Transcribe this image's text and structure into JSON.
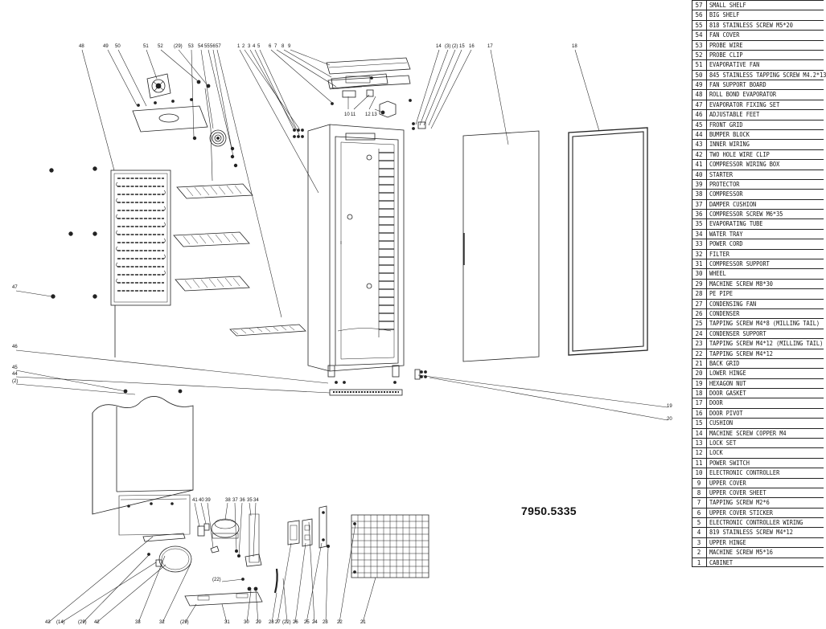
{
  "model_code": "7950.5335",
  "parts_list": [
    {
      "no": "57",
      "name": "SMALL SHELF"
    },
    {
      "no": "56",
      "name": "BIG SHELF"
    },
    {
      "no": "55",
      "name": "818 STAINLESS SCREW M5*20"
    },
    {
      "no": "54",
      "name": "FAN COVER"
    },
    {
      "no": "53",
      "name": "PROBE WIRE"
    },
    {
      "no": "52",
      "name": "PROBE CLIP"
    },
    {
      "no": "51",
      "name": "EVAPORATIVE FAN"
    },
    {
      "no": "50",
      "name": "845 STAINLESS TAPPING SCREW M4.2*13"
    },
    {
      "no": "49",
      "name": "FAN SUPPORT BOARD"
    },
    {
      "no": "48",
      "name": "ROLL BOND EVAPORATOR"
    },
    {
      "no": "47",
      "name": "EVAPORATOR FIXING SET"
    },
    {
      "no": "46",
      "name": "ADJUSTABLE FEET"
    },
    {
      "no": "45",
      "name": "FRONT GRID"
    },
    {
      "no": "44",
      "name": "BUMPER BLOCK"
    },
    {
      "no": "43",
      "name": "INNER WIRING"
    },
    {
      "no": "42",
      "name": "TWO HOLE WIRE CLIP"
    },
    {
      "no": "41",
      "name": "COMPRESSOR WIRING BOX"
    },
    {
      "no": "40",
      "name": "STARTER"
    },
    {
      "no": "39",
      "name": "PROTECTOR"
    },
    {
      "no": "38",
      "name": "COMPRESSOR"
    },
    {
      "no": "37",
      "name": "DAMPER CUSHION"
    },
    {
      "no": "36",
      "name": "COMPRESSOR SCREW M6*35"
    },
    {
      "no": "35",
      "name": "EVAPORATING TUBE"
    },
    {
      "no": "34",
      "name": "WATER TRAY"
    },
    {
      "no": "33",
      "name": "POWER CORD"
    },
    {
      "no": "32",
      "name": "FILTER"
    },
    {
      "no": "31",
      "name": "COMPRESSOR SUPPORT"
    },
    {
      "no": "30",
      "name": "WHEEL"
    },
    {
      "no": "29",
      "name": "MACHINE SCREW M8*30"
    },
    {
      "no": "28",
      "name": "PE PIPE"
    },
    {
      "no": "27",
      "name": "CONDENSING FAN"
    },
    {
      "no": "26",
      "name": "CONDENSER"
    },
    {
      "no": "25",
      "name": "TAPPING SCREW M4*8 (MILLING TAIL)"
    },
    {
      "no": "24",
      "name": "CONDENSER SUPPORT"
    },
    {
      "no": "23",
      "name": "TAPPING SCREW M4*12 (MILLING TAIL)"
    },
    {
      "no": "22",
      "name": "TAPPING SCREW M4*12"
    },
    {
      "no": "21",
      "name": "BACK GRID"
    },
    {
      "no": "20",
      "name": "LOWER HINGE"
    },
    {
      "no": "19",
      "name": "HEXAGON NUT"
    },
    {
      "no": "18",
      "name": "DOOR GASKET"
    },
    {
      "no": "17",
      "name": "DOOR"
    },
    {
      "no": "16",
      "name": "DOOR PIVOT"
    },
    {
      "no": "15",
      "name": "CUSHION"
    },
    {
      "no": "14",
      "name": "MACHINE SCREW COPPER M4"
    },
    {
      "no": "13",
      "name": "LOCK SET"
    },
    {
      "no": "12",
      "name": "LOCK"
    },
    {
      "no": "11",
      "name": "POWER SWITCH"
    },
    {
      "no": "10",
      "name": "ELECTRONIC CONTROLLER"
    },
    {
      "no": "9",
      "name": "UPPER COVER"
    },
    {
      "no": "8",
      "name": "UPPER COVER SHEET"
    },
    {
      "no": "7",
      "name": "TAPPING SCREW M2*6"
    },
    {
      "no": "6",
      "name": "UPPER COVER STICKER"
    },
    {
      "no": "5",
      "name": "ELECTRONIC CONTROLLER WIRING"
    },
    {
      "no": "4",
      "name": "819 STAINLESS SCREW M4*12"
    },
    {
      "no": "3",
      "name": "UPPER HINGE"
    },
    {
      "no": "2",
      "name": "MACHINE SCREW M5*16"
    },
    {
      "no": "1",
      "name": "CABINET"
    }
  ],
  "callouts": {
    "top_left": [
      "48",
      "49",
      "50",
      "51",
      "52",
      "(29)",
      "53",
      "54",
      "55",
      "56",
      "57"
    ],
    "top_mid": [
      "1",
      "2",
      "3",
      "4",
      "5",
      "6",
      "7",
      "8",
      "9"
    ],
    "top_mid2": [
      "10",
      "11",
      "12",
      "13"
    ],
    "top_right": [
      "14",
      "(3)",
      "(2)",
      "15",
      "16",
      "17",
      "18"
    ],
    "left_side": [
      "47",
      "46",
      "45",
      "44",
      "(2)"
    ],
    "right_side": [
      "19",
      "20"
    ],
    "bottom": [
      "43",
      "(14)",
      "(29)",
      "42",
      "33",
      "32",
      "(29)",
      "31",
      "30",
      "29",
      "28",
      "27",
      "(22)",
      "26",
      "25",
      "24",
      "23",
      "22",
      "21"
    ],
    "bottom_upper": [
      "41",
      "40",
      "39",
      "38",
      "37",
      "36",
      "35",
      "34"
    ],
    "bottom_misc": [
      "(22)"
    ]
  }
}
